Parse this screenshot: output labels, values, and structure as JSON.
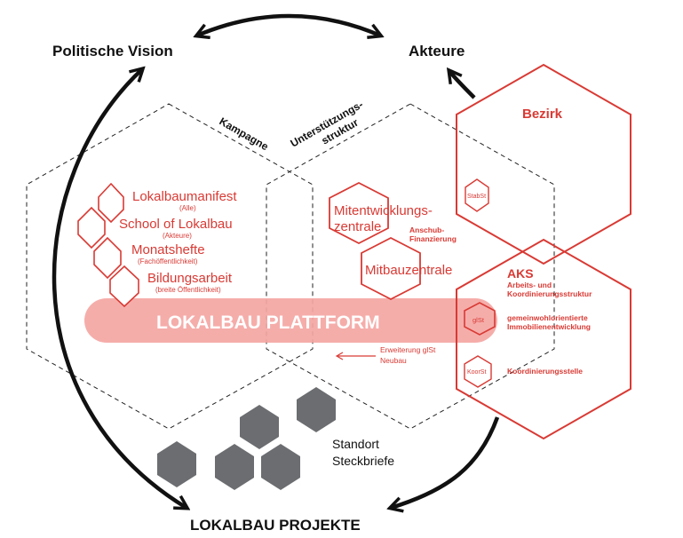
{
  "nodes": {
    "vision": "Politische Vision",
    "akteure": "Akteure",
    "projekte": "LOKALBAU PROJEKTE"
  },
  "kampagne": {
    "title": "Kampagne",
    "items": [
      {
        "label": "Lokalbaumanifest",
        "sub": "(Alle)"
      },
      {
        "label": "School of Lokalbau",
        "sub": "(Akteure)"
      },
      {
        "label": "Monatshefte",
        "sub": "(Fachöffentlichkeit)"
      },
      {
        "label": "Bildungsarbeit",
        "sub": "(breite Öffentlichkeit)"
      }
    ]
  },
  "unterstuetzung": {
    "title_line1": "Unterstützungs-",
    "title_line2": "struktur",
    "mitentwicklung_line1": "Mitentwicklungs-",
    "mitentwicklung_line2": "zentrale",
    "anschub_line1": "Anschub-",
    "anschub_line2": "Finanzierung",
    "mitbau": "Mitbauzentrale",
    "erweiterung_line1": "Erweiterung glSt",
    "erweiterung_line2": "Neubau"
  },
  "plattform": "LOKALBAU  PLATTFORM",
  "bezirk": {
    "title": "Bezirk",
    "stabst": "StabSt"
  },
  "aks": {
    "title": "AKS",
    "line1": "Arbeits- und",
    "line2": "Koordinierungsstruktur",
    "glst": "glSt",
    "glst_line1": "gemeinwohlorientierte",
    "glst_line2": "Immobilienentwicklung",
    "koorst": "KoorSt",
    "koorst_label": "Koordinierungsstelle"
  },
  "standort_line1": "Standort",
  "standort_line2": "Steckbriefe",
  "colors": {
    "accent_red": "#d93a34",
    "band_pink": "#f4a6a3",
    "hex_grey": "#6b6d70",
    "ink": "#111111"
  }
}
